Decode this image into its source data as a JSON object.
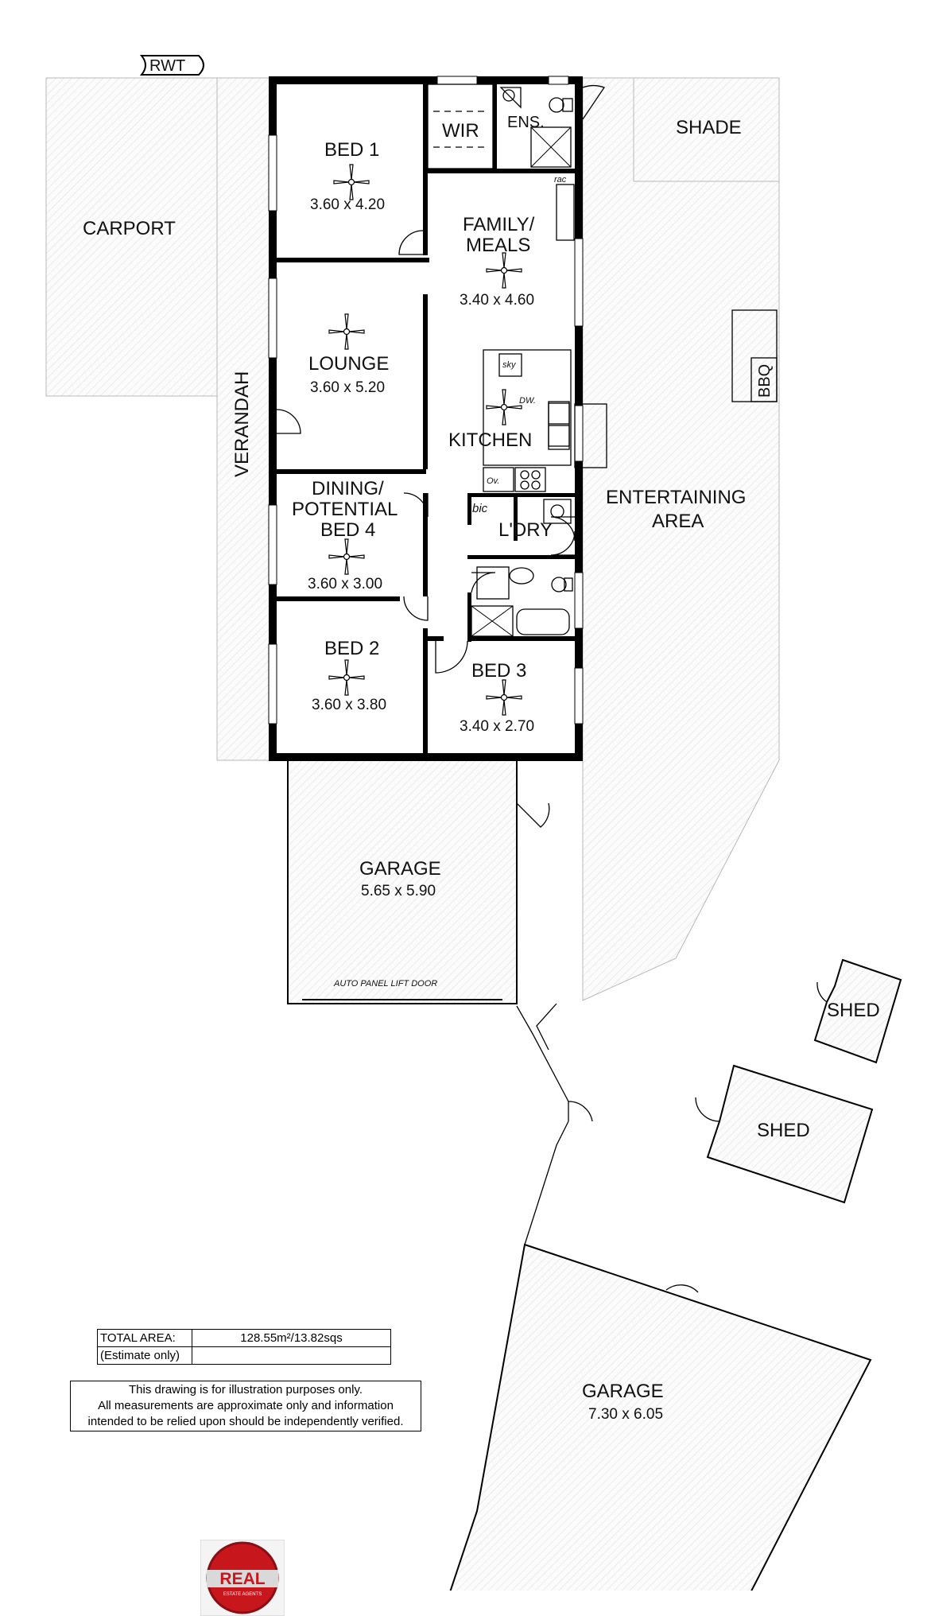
{
  "labels": {
    "rwt": "RWT",
    "carport": "CARPORT",
    "verandah": "VERANDAH",
    "shade": "SHADE",
    "bbq": "BBQ",
    "entertaining_1": "ENTERTAINING",
    "entertaining_2": "AREA",
    "wir": "WIR",
    "ens": "ENS.",
    "rac": "rac",
    "sky": "sky",
    "dw": "DW.",
    "ov": "Ov.",
    "bic": "bic",
    "auto_door": "AUTO PANEL LIFT DOOR"
  },
  "rooms": {
    "bed1": {
      "name": "BED 1",
      "size": "3.60 x 4.20"
    },
    "family": {
      "name_1": "FAMILY/",
      "name_2": "MEALS",
      "size": "3.40 x 4.60"
    },
    "lounge": {
      "name": "LOUNGE",
      "size": "3.60 x 5.20"
    },
    "kitchen": {
      "name": "KITCHEN"
    },
    "dining": {
      "name_1": "DINING/",
      "name_2": "POTENTIAL",
      "name_3": "BED 4",
      "size": "3.60 x 3.00"
    },
    "laundry": {
      "name": "L'DRY"
    },
    "bed2": {
      "name": "BED 2",
      "size": "3.60 x 3.80"
    },
    "bed3": {
      "name": "BED 3",
      "size": "3.40 x 2.70"
    },
    "garage1": {
      "name": "GARAGE",
      "size": "5.65 x 5.90"
    },
    "garage2": {
      "name": "GARAGE",
      "size": "7.30 x 6.05"
    },
    "shed1": {
      "name": "SHED"
    },
    "shed2": {
      "name": "SHED"
    }
  },
  "area": {
    "label": "TOTAL AREA:",
    "value": "128.55m²/13.82sqs",
    "note": "(Estimate only)"
  },
  "disclaimer": {
    "line1": "This drawing is for illustration purposes only.",
    "line2": "All measurements are approximate only and information",
    "line3": "intended to be relied upon should be independently verified."
  },
  "logo": {
    "text": "REAL",
    "subtext": "ESTATE AGENTS"
  }
}
